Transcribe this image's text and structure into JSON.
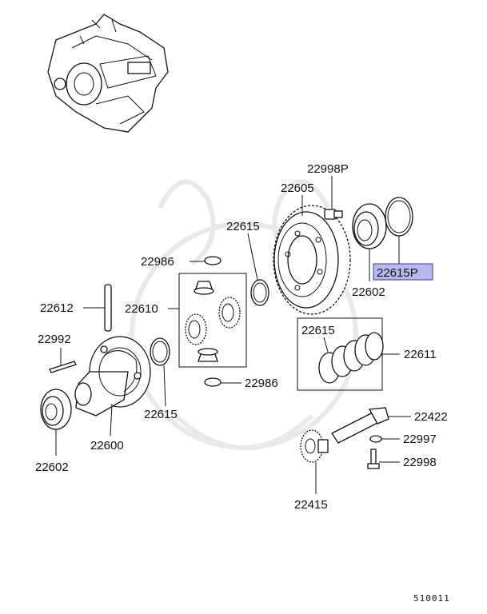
{
  "labels": {
    "p22998P": "22998P",
    "p22605": "22605",
    "p22615_top": "22615",
    "p22986_top": "22986",
    "p22615P": "22615P",
    "p22602_right": "22602",
    "p22612": "22612",
    "p22610": "22610",
    "p22615_mid": "22615",
    "p22611": "22611",
    "p22992": "22992",
    "p22986_bottom": "22986",
    "p22615_left": "22615",
    "p22600": "22600",
    "p22602_left": "22602",
    "p22422": "22422",
    "p22997": "22997",
    "p22998": "22998",
    "p22415": "22415",
    "diagram_code": "510011"
  },
  "highlight_color": "#b7b9ee",
  "highlight_border": "#3a3fb0"
}
